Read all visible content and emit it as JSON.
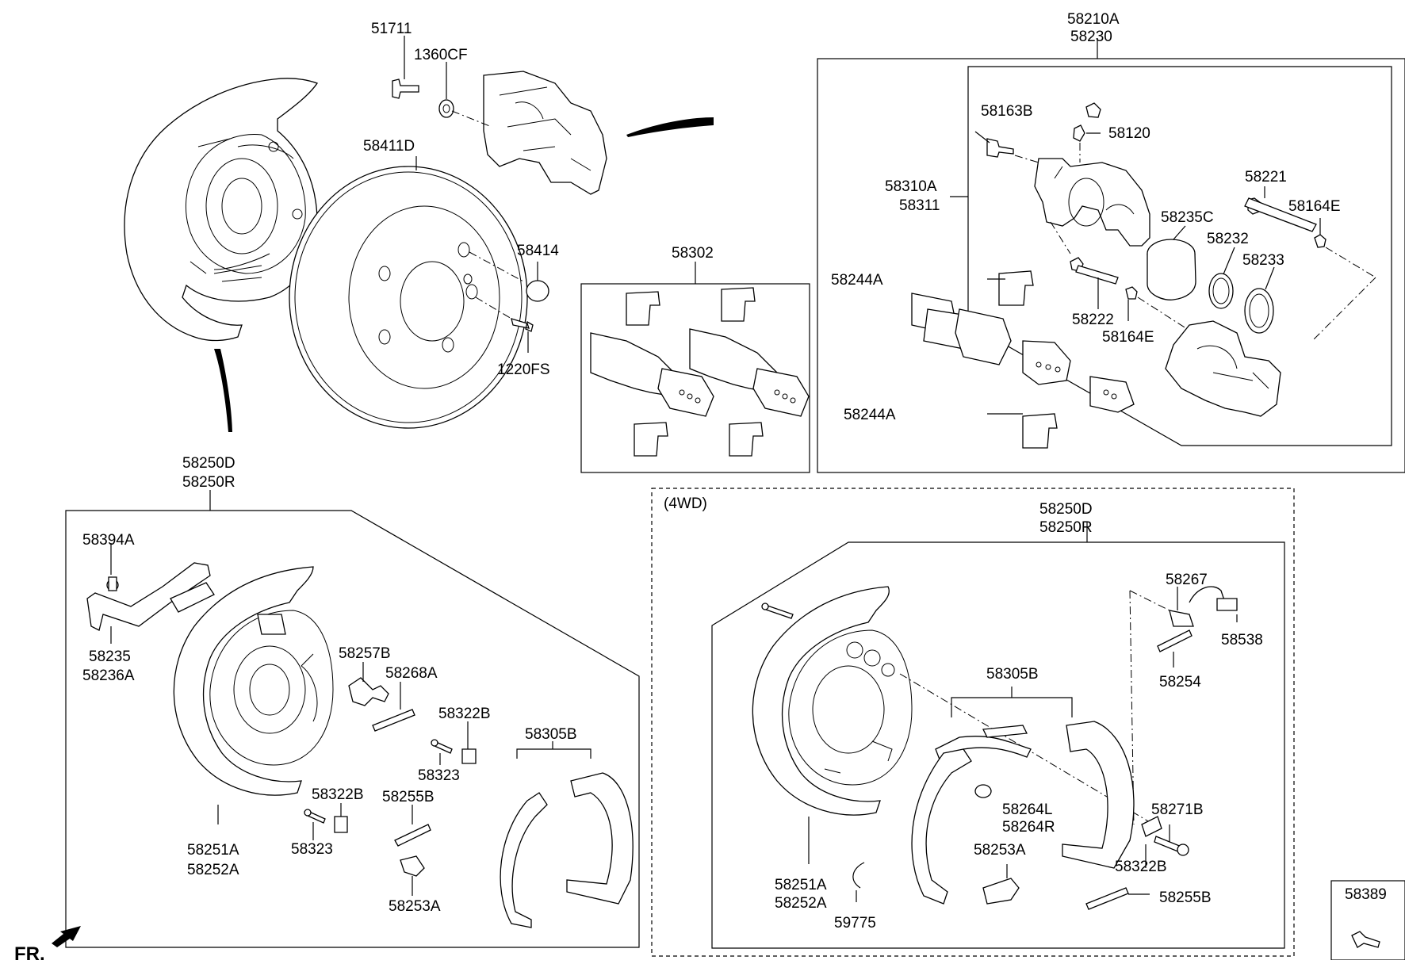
{
  "labels": {
    "l51711": "51711",
    "l1360CF": "1360CF",
    "l58411D": "58411D",
    "l58414": "58414",
    "l1220FS": "1220FS",
    "l58302": "58302",
    "l58210A": "58210A",
    "l58230": "58230",
    "l58163B": "58163B",
    "l58120": "58120",
    "l58310A": "58310A",
    "l58311": "58311",
    "l58221": "58221",
    "l58164E_a": "58164E",
    "l58235C": "58235C",
    "l58232": "58232",
    "l58233": "58233",
    "l58244A_a": "58244A",
    "l58222": "58222",
    "l58164E_b": "58164E",
    "l58244A_b": "58244A",
    "l58250D_a": "58250D",
    "l58250R_a": "58250R",
    "l58394A": "58394A",
    "l58235": "58235",
    "l58236A": "58236A",
    "l58257B": "58257B",
    "l58268A": "58268A",
    "l58322B_a": "58322B",
    "l58323_a": "58323",
    "l58305B_a": "58305B",
    "l58322B_b": "58322B",
    "l58323_b": "58323",
    "l58255B_a": "58255B",
    "l58251A_a": "58251A",
    "l58252A_a": "58252A",
    "l58253A_a": "58253A",
    "l4WD": "(4WD)",
    "l58250D_b": "58250D",
    "l58250R_b": "58250R",
    "l58267": "58267",
    "l58538": "58538",
    "l58254": "58254",
    "l58305B_b": "58305B",
    "l58264L": "58264L",
    "l58264R": "58264R",
    "l58271B": "58271B",
    "l58253A_b": "58253A",
    "l58322B_c": "58322B",
    "l58251A_b": "58251A",
    "l58252A_b": "58252A",
    "l59775": "59775",
    "l58255B_b": "58255B",
    "l58389": "58389",
    "lFR": "FR."
  }
}
